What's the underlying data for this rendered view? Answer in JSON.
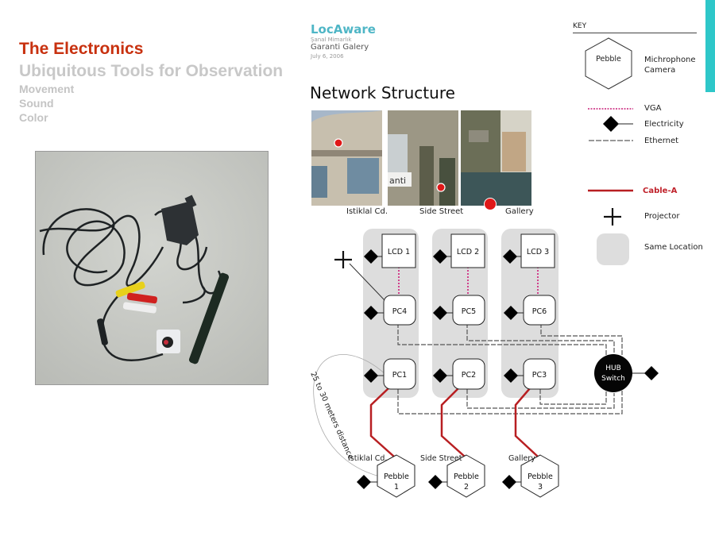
{
  "slide": {
    "title": "The Electronics",
    "subtitle": "Ubiquitous Tools for Observation",
    "topics": [
      "Movement",
      "Sound",
      "Color"
    ],
    "accent_color": "#2ec7c9",
    "title_color": "#c8310f"
  },
  "photo": {
    "description": "Miniature camera with RCA cables (yellow, red, white), power adapter and pen on a grey table"
  },
  "brand": {
    "name": "LocAware",
    "author": "Şanal Mimarlık",
    "venue": "Garanti Galery",
    "date": "July 6, 2006"
  },
  "network": {
    "title": "Network Structure",
    "locations": [
      {
        "caption": "Istiklal Cd."
      },
      {
        "caption": "Side Street"
      },
      {
        "caption": "Gallery"
      }
    ],
    "columns": [
      {
        "lcd": "LCD 1",
        "pc_top": "PC4",
        "pc_bottom": "PC1",
        "pebble_line1": "Pebble",
        "pebble_line2": "1",
        "pebble_caption": "Istiklal Cd."
      },
      {
        "lcd": "LCD 2",
        "pc_top": "PC5",
        "pc_bottom": "PC2",
        "pebble_line1": "Pebble",
        "pebble_line2": "2",
        "pebble_caption": "Side Street"
      },
      {
        "lcd": "LCD 3",
        "pc_top": "PC6",
        "pc_bottom": "PC3",
        "pebble_line1": "Pebble",
        "pebble_line2": "3",
        "pebble_caption": "Gallery"
      }
    ],
    "hub_line1": "HUB",
    "hub_line2": "Switch",
    "distance_note": "25 to 30 meters distance"
  },
  "key": {
    "title": "KEY",
    "pebble_label": "Pebble",
    "pebble_desc_1": "Michrophone",
    "pebble_desc_2": "Camera",
    "items": [
      {
        "symbol": "vga-line",
        "label": "VGA",
        "color": "#d0408c"
      },
      {
        "symbol": "electricity-diamond",
        "label": "Electricity",
        "color": "#000000"
      },
      {
        "symbol": "ethernet-line",
        "label": "Ethernet",
        "color": "#444444"
      },
      {
        "symbol": "cable-a-line",
        "label": "Cable-A",
        "color": "#c0222b"
      },
      {
        "symbol": "projector-plus",
        "label": "Projector",
        "color": "#000000"
      },
      {
        "symbol": "same-location-box",
        "label": "Same Location",
        "color": "#dddddd"
      }
    ]
  }
}
